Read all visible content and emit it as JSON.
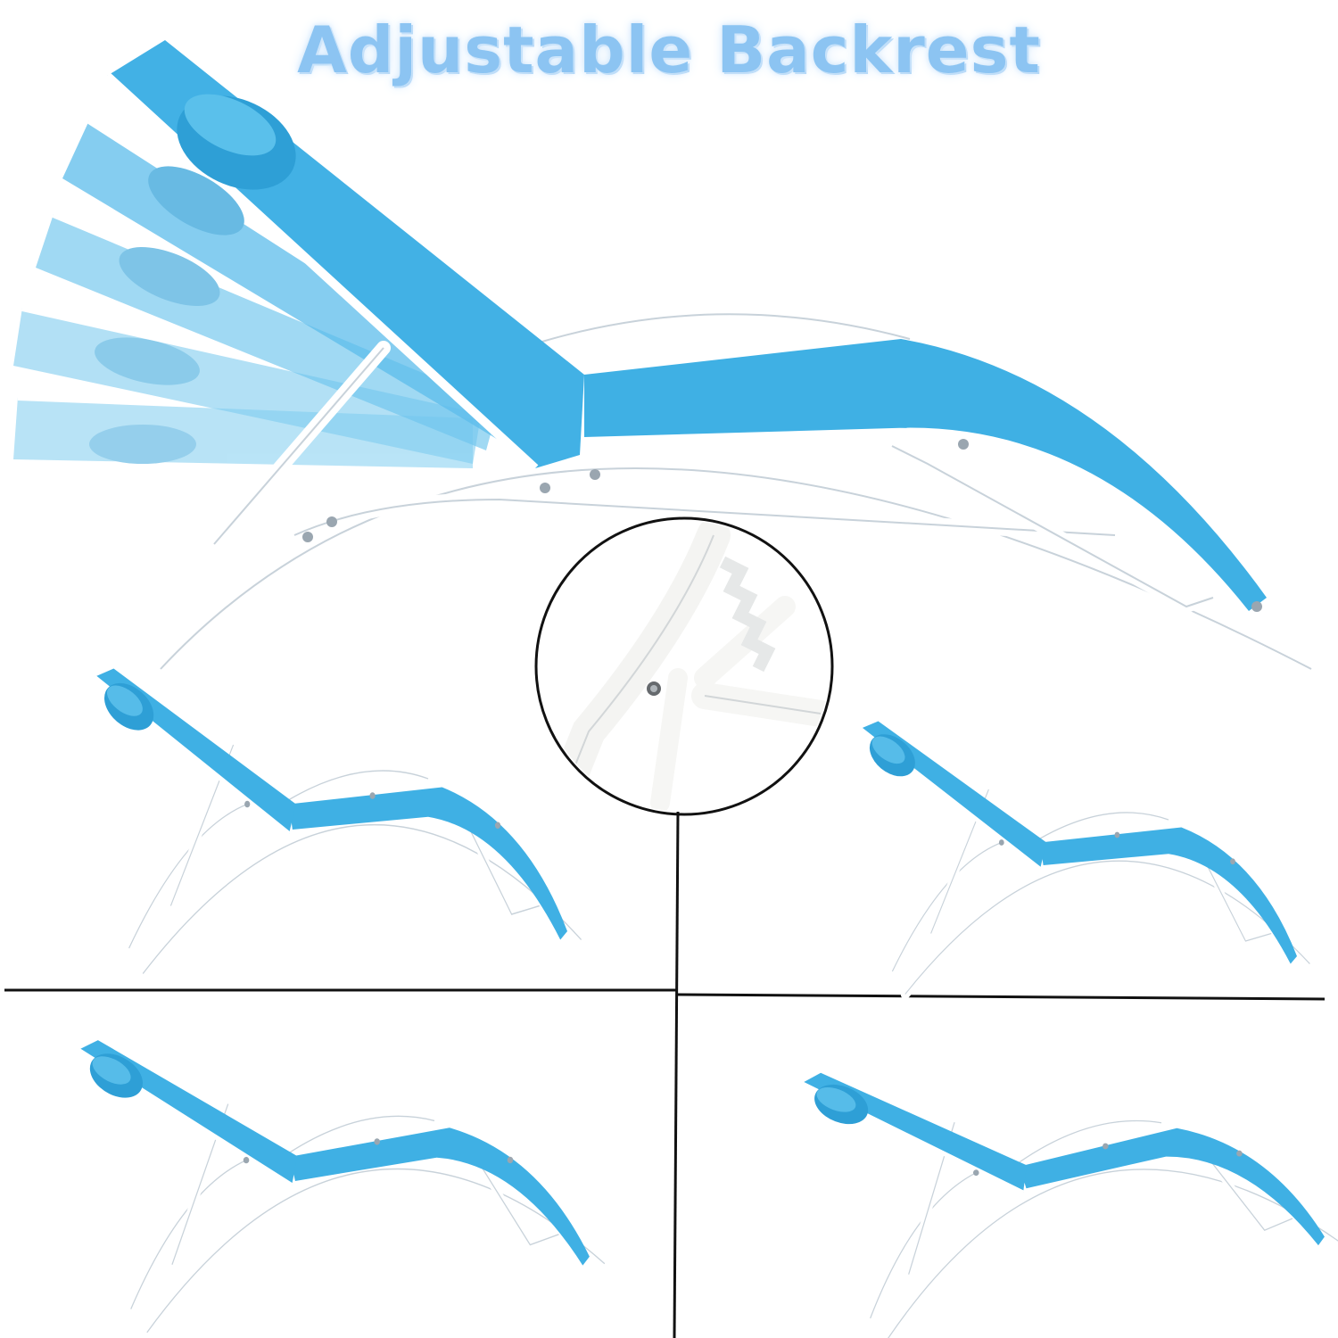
{
  "headline": "Adjustable Backrest",
  "colors": {
    "fabric": "#3fb0e4",
    "fabric_light": "#7fcdf0",
    "frame": "#ffffff",
    "frame_edge": "#c8d2da",
    "headline": "#8cc4f2",
    "divider": "#111111"
  },
  "icons": {
    "hero": "lounge-chair-recline-sequence",
    "detail": "ratchet-hinge-closeup",
    "small": "lounge-chair-icon"
  }
}
